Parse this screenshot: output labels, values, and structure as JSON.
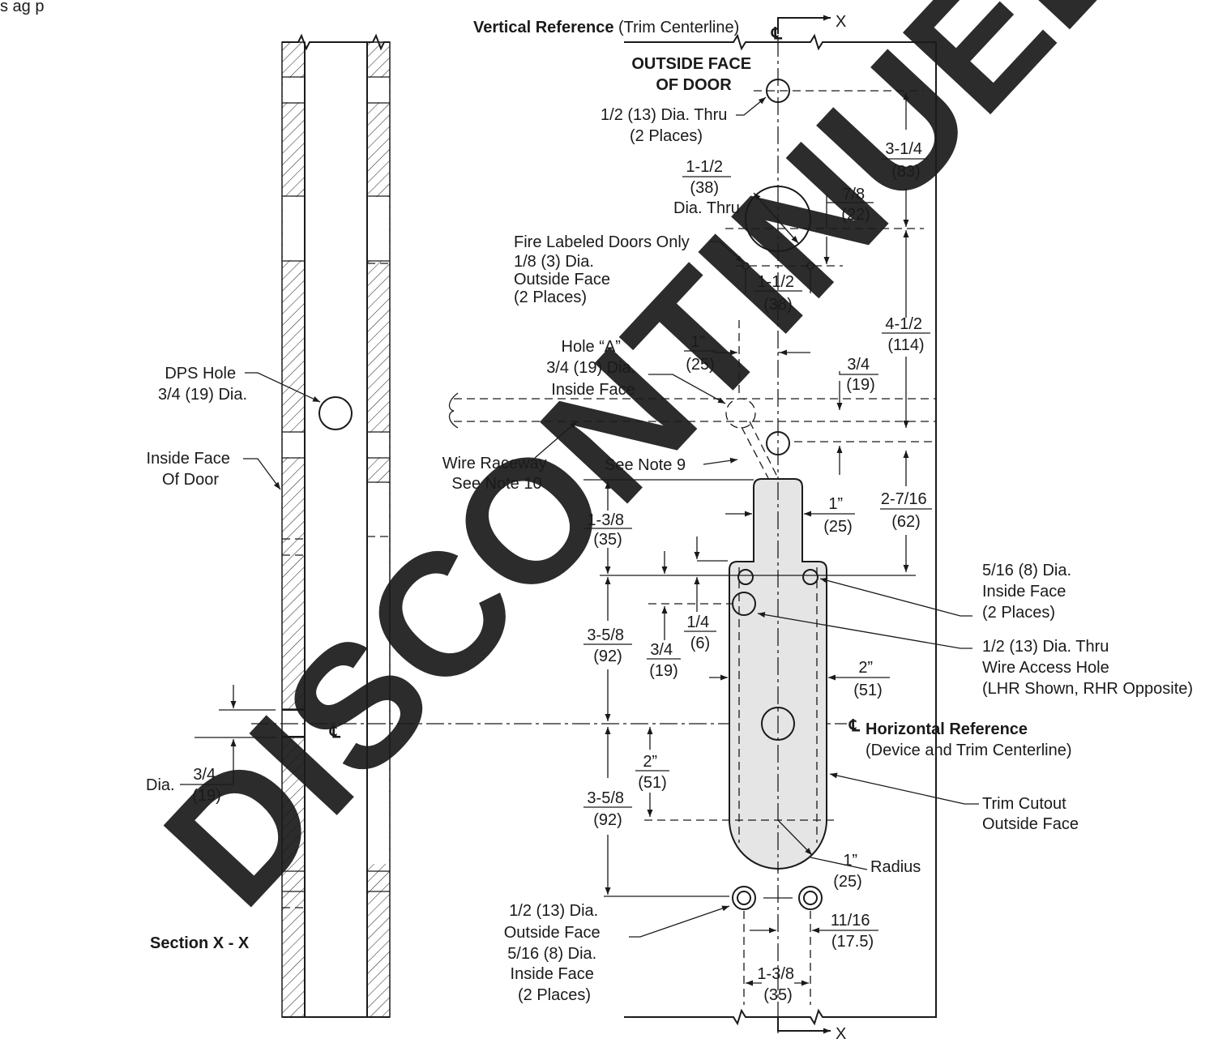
{
  "labels": {
    "vertical_reference_bold": "Vertical Reference",
    "vertical_reference_rest": "(Trim Centerline)",
    "outside_face_line1": "OUTSIDE FACE",
    "outside_face_line2": "OF DOOR",
    "half_dia_line1": "1/2 (13) Dia. Thru",
    "half_dia_line2": "(2 Places)",
    "dia_thru_1_5": [
      "1-1/2",
      "(38)",
      "Dia. Thru"
    ],
    "fire_labeled": [
      "Fire Labeled Doors Only",
      "1/8 (3) Dia.",
      "Outside Face",
      "(2 Places)"
    ],
    "hole_a": [
      "Hole “A”",
      "3/4 (19) Dia.",
      "Inside Face"
    ],
    "dps_hole": [
      "DPS Hole",
      "3/4 (19) Dia."
    ],
    "inside_face_door": [
      "Inside Face",
      "Of Door"
    ],
    "wire_raceway": [
      "Wire Raceway",
      "See Note 10"
    ],
    "see_note_9": "See Note 9",
    "dia_5_16": [
      "5/16 (8) Dia.",
      "Inside Face",
      "(2 Places)"
    ],
    "wire_access": [
      "1/2 (13) Dia. Thru",
      "Wire Access Hole",
      "(LHR Shown, RHR Opposite)"
    ],
    "horizontal_reference_bold": "Horizontal Reference",
    "horizontal_reference_sub": "(Device and Trim Centerline)",
    "trim_cutout": [
      "Trim Cutout",
      "Outside Face"
    ],
    "radius_word": "Radius",
    "bottom_holes": [
      "1/2 (13) Dia.",
      "Outside Face",
      "5/16 (8) Dia.",
      "Inside Face",
      "(2 Places)"
    ],
    "section_title": "Section X - X",
    "dia_word": "Dia.",
    "centerline_symbol": "℄",
    "section_marker": "X",
    "watermark": "DISCONTINUED",
    "top_left_fragment": "s ag    p"
  },
  "dimensions": {
    "d_3_1_4": [
      "3-1/4",
      "(83)"
    ],
    "d_7_8": [
      "7/8",
      "(22)"
    ],
    "d_1_1_2": [
      "1-1/2",
      "(38)"
    ],
    "d_4_1_2": [
      "4-1/2",
      "(114)"
    ],
    "d_1_in_top": [
      "1”",
      "(25)"
    ],
    "d_3_4_top": [
      "3/4",
      "(19)"
    ],
    "d_2_7_16": [
      "2-7/16",
      "(62)"
    ],
    "d_1_in_mid": [
      "1”",
      "(25)"
    ],
    "d_1_3_8_left": [
      "1-3/8",
      "(35)"
    ],
    "d_3_5_8_upper": [
      "3-5/8",
      "(92)"
    ],
    "d_1_4": [
      "1/4",
      "(6)"
    ],
    "d_3_4_mid": [
      "3/4",
      "(19)"
    ],
    "d_2_in_right": [
      "2”",
      "(51)"
    ],
    "d_2_in_left": [
      "2”",
      "(51)"
    ],
    "d_3_5_8_lower": [
      "3-5/8",
      "(92)"
    ],
    "d_1_in_radius": [
      "1”",
      "(25)"
    ],
    "d_11_16": [
      "11/16",
      "(17.5)"
    ],
    "d_1_3_8_bottom": [
      "1-3/8",
      "(35)"
    ],
    "d_3_4_section": [
      "3/4",
      "(19)"
    ]
  },
  "colors": {
    "ink": "#1a1a1a",
    "cutout_fill": "#e5e5e5",
    "watermark": "#5a5a5a"
  }
}
